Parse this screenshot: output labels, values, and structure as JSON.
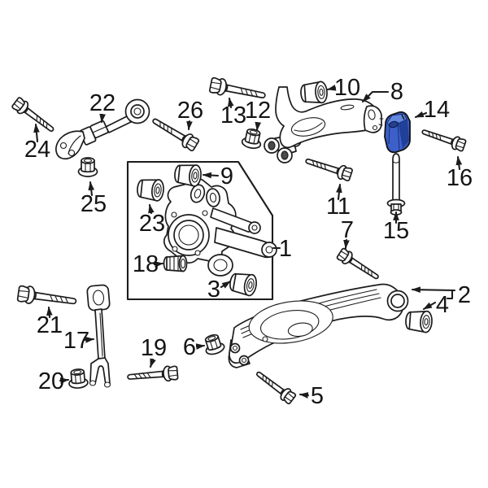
{
  "diagram": {
    "description_visible_content": "exploded rear suspension parts diagram",
    "background_color": "#ffffff",
    "line_color": "#1c1c1c",
    "highlight_color": "#3c60c8",
    "highlighted_callout": "14",
    "callouts": [
      {
        "label": "1"
      },
      {
        "label": "2"
      },
      {
        "label": "3"
      },
      {
        "label": "4"
      },
      {
        "label": "5"
      },
      {
        "label": "6"
      },
      {
        "label": "7"
      },
      {
        "label": "8"
      },
      {
        "label": "9"
      },
      {
        "label": "10"
      },
      {
        "label": "11"
      },
      {
        "label": "12"
      },
      {
        "label": "13"
      },
      {
        "label": "14"
      },
      {
        "label": "15"
      },
      {
        "label": "16"
      },
      {
        "label": "17"
      },
      {
        "label": "18"
      },
      {
        "label": "19"
      },
      {
        "label": "20"
      },
      {
        "label": "21"
      },
      {
        "label": "22"
      },
      {
        "label": "23"
      },
      {
        "label": "24"
      },
      {
        "label": "25"
      },
      {
        "label": "26"
      }
    ]
  }
}
